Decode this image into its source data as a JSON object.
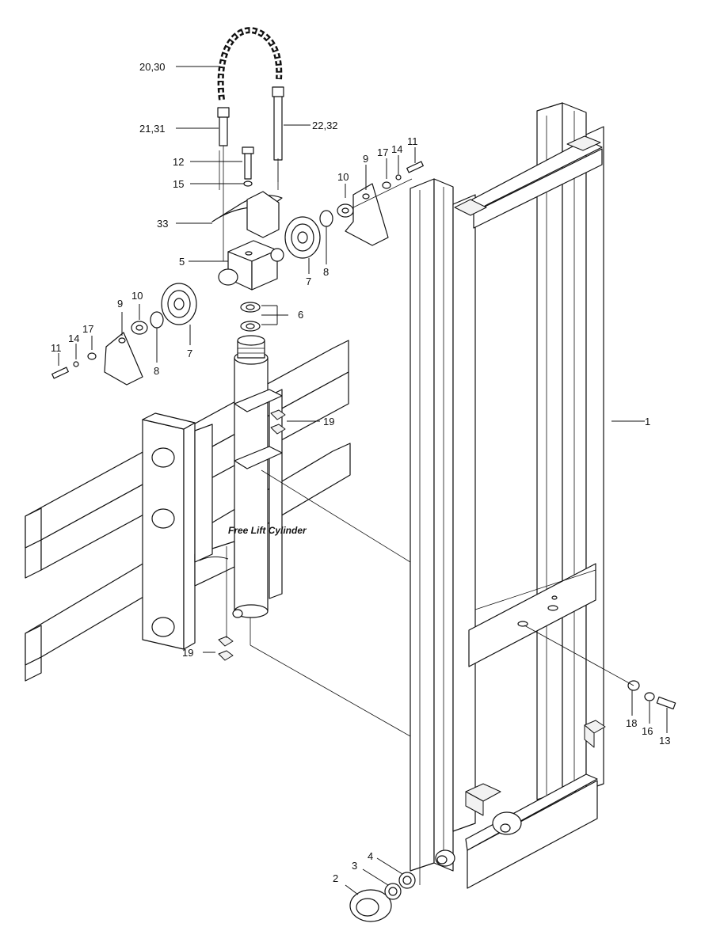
{
  "caption": "Free Lift Cylinder",
  "labels": {
    "l1": "1",
    "l2": "2",
    "l3": "3",
    "l4": "4",
    "l5": "5",
    "l6": "6",
    "l7a": "7",
    "l7b": "7",
    "l8a": "8",
    "l8b": "8",
    "l9a": "9",
    "l9b": "9",
    "l10a": "10",
    "l10b": "10",
    "l11a": "11",
    "l11b": "11",
    "l12": "12",
    "l13": "13",
    "l14a": "14",
    "l14b": "14",
    "l15": "15",
    "l16": "16",
    "l17a": "17",
    "l17b": "17",
    "l18": "18",
    "l19a": "19",
    "l19b": "19",
    "l2030": "20,30",
    "l2131": "21,31",
    "l2232": "22,32",
    "l33": "33"
  }
}
